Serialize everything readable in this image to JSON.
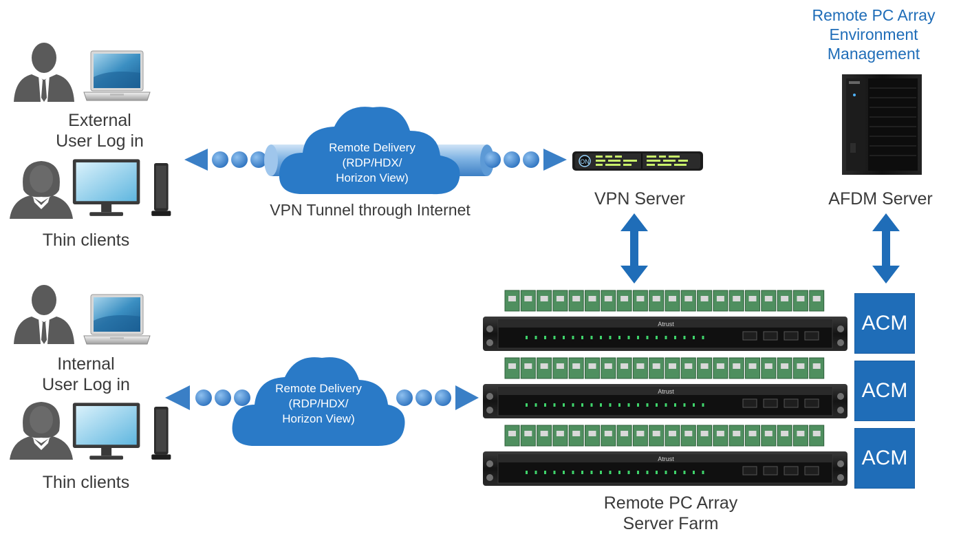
{
  "labels": {
    "external_user": "External\nUser Log in",
    "thin_clients_top": "Thin clients",
    "internal_user": "Internal\nUser Log in",
    "thin_clients_bottom": "Thin clients",
    "vpn_tunnel": "VPN Tunnel through Internet",
    "vpn_server": "VPN Server",
    "afdm_server": "AFDM Server",
    "env_management": "Remote PC Array\nEnvironment\nManagement",
    "server_farm": "Remote PC Array\nServer Farm"
  },
  "clouds": {
    "top": "Remote Delivery\n(RDP/HDX/\nHorizon View)",
    "bottom": "Remote Delivery\n(RDP/HDX/\nHorizon View)"
  },
  "acm": [
    "ACM",
    "ACM",
    "ACM"
  ],
  "rack_brand": "Atrust",
  "vpn_display": "ON",
  "colors": {
    "blue": "#1f6db8",
    "cloud": "#2a7ac7",
    "arrow": "#3a7fc6",
    "text": "#3a3a3a",
    "person": "#5a5a5a",
    "board_green": "#4f8f5f"
  }
}
